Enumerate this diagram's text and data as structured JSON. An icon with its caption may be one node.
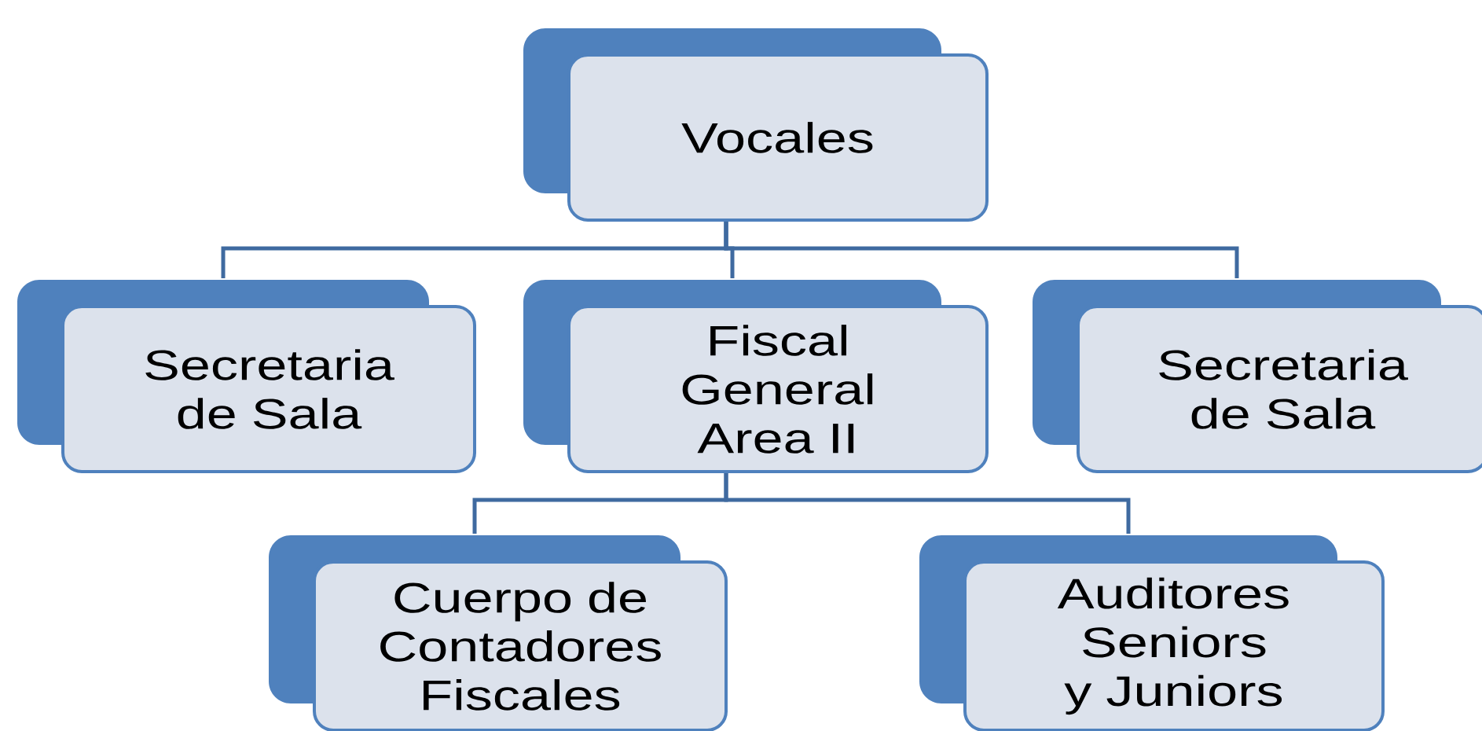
{
  "diagram": {
    "nodes": [
      {
        "text": [
          "Vocales"
        ]
      },
      {
        "text": [
          "Secretaria de Sala"
        ]
      },
      {
        "text": [
          "Fiscal General Area II"
        ]
      },
      {
        "text": [
          "Secretaria de Sala"
        ]
      },
      {
        "text": [
          "Cuerpo de Contadores Fiscales"
        ]
      },
      {
        "text": [
          "Auditores Seniors y Juniors"
        ]
      }
    ],
    "edges": [
      {
        "from": 0,
        "to": 1,
        "arrow": "none"
      },
      {
        "from": 0,
        "to": 2,
        "arrow": "none"
      },
      {
        "from": 0,
        "to": 3,
        "arrow": "none"
      },
      {
        "from": 2,
        "to": 4,
        "arrow": "none"
      },
      {
        "from": 2,
        "to": 5,
        "arrow": "none"
      }
    ]
  }
}
